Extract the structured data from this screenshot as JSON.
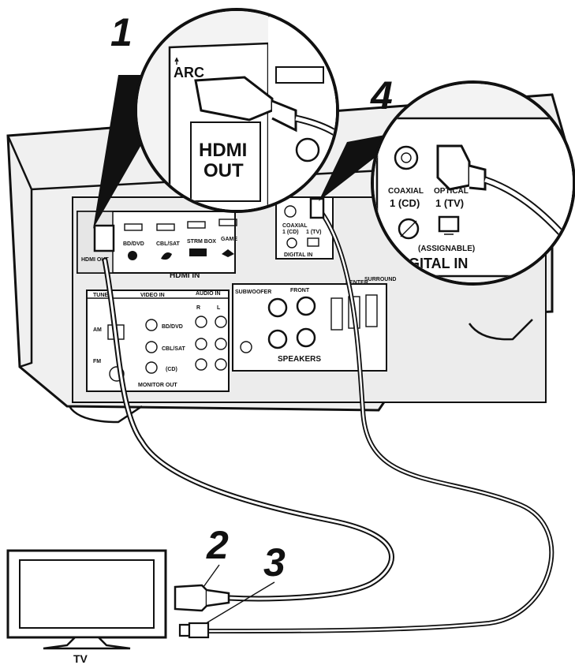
{
  "callouts": {
    "hdmi_zoom": {
      "arc": "ARC",
      "hdmi_out_line1": "HDMI",
      "hdmi_out_line2": "OUT"
    },
    "digital_zoom": {
      "coaxial": "COAXIAL",
      "coaxial_num": "1 (CD)",
      "optical": "OPTICAL",
      "optical_num": "1 (TV)",
      "assignable": "(ASSIGNABLE)",
      "digital_in": "DIGITAL IN"
    }
  },
  "steps": [
    "1",
    "2",
    "3",
    "4"
  ],
  "receiver": {
    "hdmi_in": "HDMI IN",
    "hdmi_inputs": [
      "BD/DVD",
      "CBL/SAT",
      "STRM BOX",
      "GAME"
    ],
    "hdmi_out_small": "HDMI OUT",
    "tuner": "TUNER",
    "am": "AM",
    "fm": "FM",
    "video_in": "VIDEO IN",
    "audio_in": "AUDIO IN",
    "audio_r": "R",
    "audio_l": "L",
    "audio_rows": [
      "BD/DVD",
      "CBL/SAT",
      "(CD)"
    ],
    "monitor_out": "MONITOR OUT",
    "subwoofer": "SUBWOOFER",
    "front": "FRONT",
    "center": "CENTER",
    "surround": "SURROUND",
    "speakers": "SPEAKERS",
    "digital_in_small": "DIGITAL IN",
    "coaxial_small": "COAXIAL",
    "coaxial_small_num": "1 (CD)",
    "optical_small_num": "1 (TV)"
  },
  "tv_label": "TV",
  "colors": {
    "ink": "#111111",
    "panel": "#d9d9d9",
    "chassis": "#eeeeee",
    "fill": "#ffffff"
  }
}
